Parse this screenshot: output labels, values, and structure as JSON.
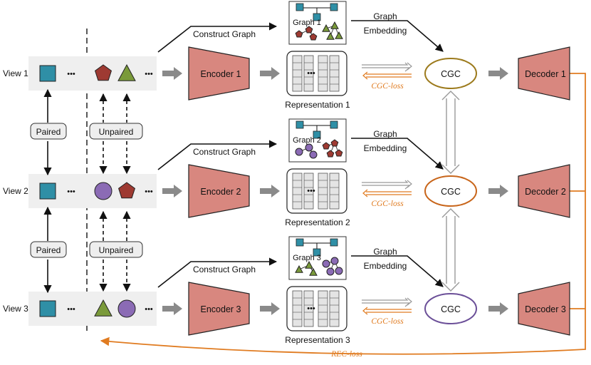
{
  "views": [
    {
      "label": "View 1",
      "encoder": "Encoder 1",
      "decoder": "Decoder 1",
      "representation": "Representation 1",
      "graph": "Graph 1",
      "shapes": [
        "pentagon",
        "triangle"
      ]
    },
    {
      "label": "View 2",
      "encoder": "Encoder 2",
      "decoder": "Decoder 2",
      "representation": "Representation 2",
      "graph": "Graph 2",
      "shapes": [
        "circle",
        "pentagon"
      ]
    },
    {
      "label": "View 3",
      "encoder": "Encoder 3",
      "decoder": "Decoder 3",
      "representation": "Representation 3",
      "graph": "Graph 3",
      "shapes": [
        "triangle",
        "circle"
      ]
    }
  ],
  "construct_graph": "Construct Graph",
  "graph_embedding": [
    "Graph",
    "Embedding"
  ],
  "cgc": "CGC",
  "cgc_loss": "CGC-loss",
  "rec_loss": "REC-loss",
  "paired": "Paired",
  "unpaired": "Unpaired",
  "ellipsis": "•••",
  "colors": {
    "square": "#2f8fa6",
    "pentagon": "#9e3a32",
    "triangle": "#7a9a3a",
    "circle": "#8b6bb5",
    "coder": "#d8877f",
    "band": "#efefef",
    "gray_arrow": "#8a8a8a",
    "orange": "#e07b20",
    "cgc1": "#9c7a1c",
    "cgc2": "#c8651a",
    "cgc3": "#6b4f98"
  }
}
